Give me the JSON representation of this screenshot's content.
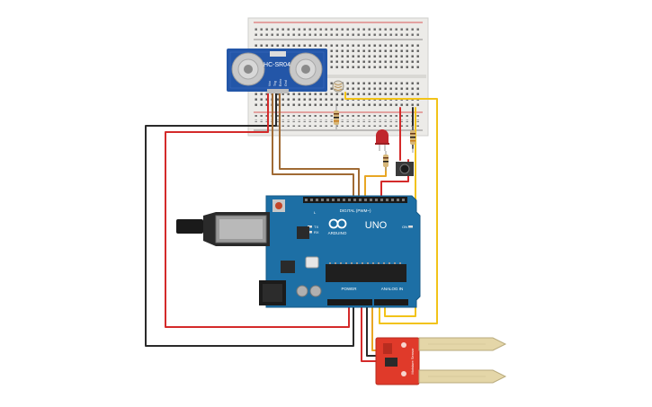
{
  "board": {
    "name": "UNO",
    "brand": "ARDUINO",
    "digital_label": "DIGITAL (PWM~)",
    "power_label": "POWER",
    "analog_label": "ANALOG IN",
    "tx_label": "TX",
    "rx_label": "RX",
    "on_label": "ON",
    "l_label": "L"
  },
  "sensor": {
    "model": "HC-SR04",
    "pins": [
      "Vcc",
      "Trig",
      "Echo",
      "Gnd"
    ]
  },
  "moisture_module": {
    "label": "Moisture Sensor"
  },
  "colors": {
    "wire_red": "#d42a2a",
    "wire_black": "#2a2a2a",
    "wire_brown": "#a06a34",
    "wire_orange": "#e8a624",
    "wire_yellow": "#f2c318",
    "board_blue": "#1d6fa5",
    "sensor_blue": "#2356a8",
    "module_red": "#e03a2a",
    "breadboard": "#ececea"
  }
}
